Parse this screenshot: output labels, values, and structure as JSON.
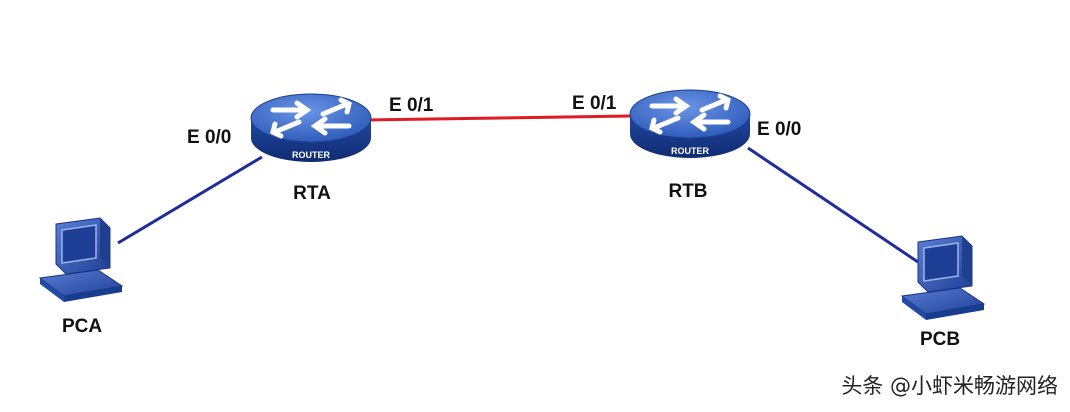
{
  "nodes": {
    "rta": {
      "name": "RTA",
      "badge": "ROUTER"
    },
    "rtb": {
      "name": "RTB",
      "badge": "ROUTER"
    },
    "pca": {
      "name": "PCA"
    },
    "pcb": {
      "name": "PCB"
    }
  },
  "interfaces": {
    "rta_e00": "E 0/0",
    "rta_e01": "E 0/1",
    "rtb_e01": "E 0/1",
    "rtb_e00": "E 0/0"
  },
  "links": [
    {
      "from": "PCA",
      "to": "RTA",
      "color": "#1f2d9c"
    },
    {
      "from": "RTA",
      "to": "RTB",
      "color": "#e01b24"
    },
    {
      "from": "RTB",
      "to": "PCB",
      "color": "#1f2d9c"
    }
  ],
  "colors": {
    "router_top": "#3b6fd0",
    "router_side": "#173c8f",
    "pc_body": "#2f56b8"
  },
  "watermark": "头条 @小虾米畅游网络"
}
